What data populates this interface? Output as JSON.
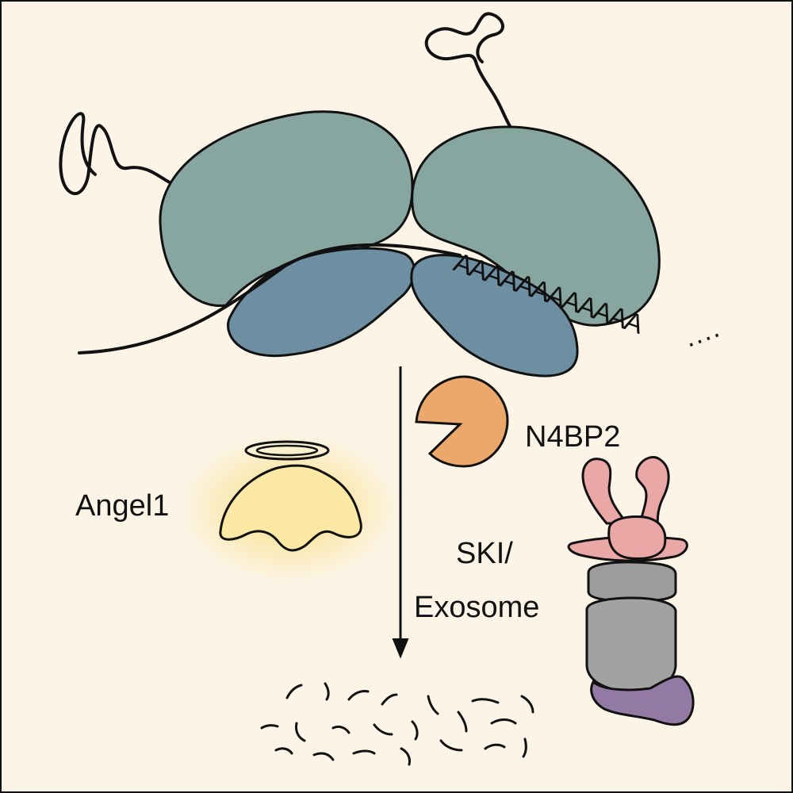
{
  "labels": {
    "poly_a_tail": "AAAAAAAAAAAA",
    "poly_a_dots": "....",
    "n4bp2": "N4BP2",
    "angel1": "Angel1",
    "ski_line1": "SKI/",
    "ski_line2": "Exosome"
  },
  "colors": {
    "background": "#fcf5e7",
    "ribbosome_large": "#86a69f",
    "ribosome_small": "#6e8ea1",
    "n4bp2": "#eba86a",
    "angel1": "#fbe9a5",
    "angel1_glow": "#f7d65c",
    "ski_complex": "#e9a7a5",
    "exosome_cap": "#9c9c9c",
    "exosome_core": "#a2a2a2",
    "exosome_base": "#927aa4",
    "outline": "#111111"
  }
}
